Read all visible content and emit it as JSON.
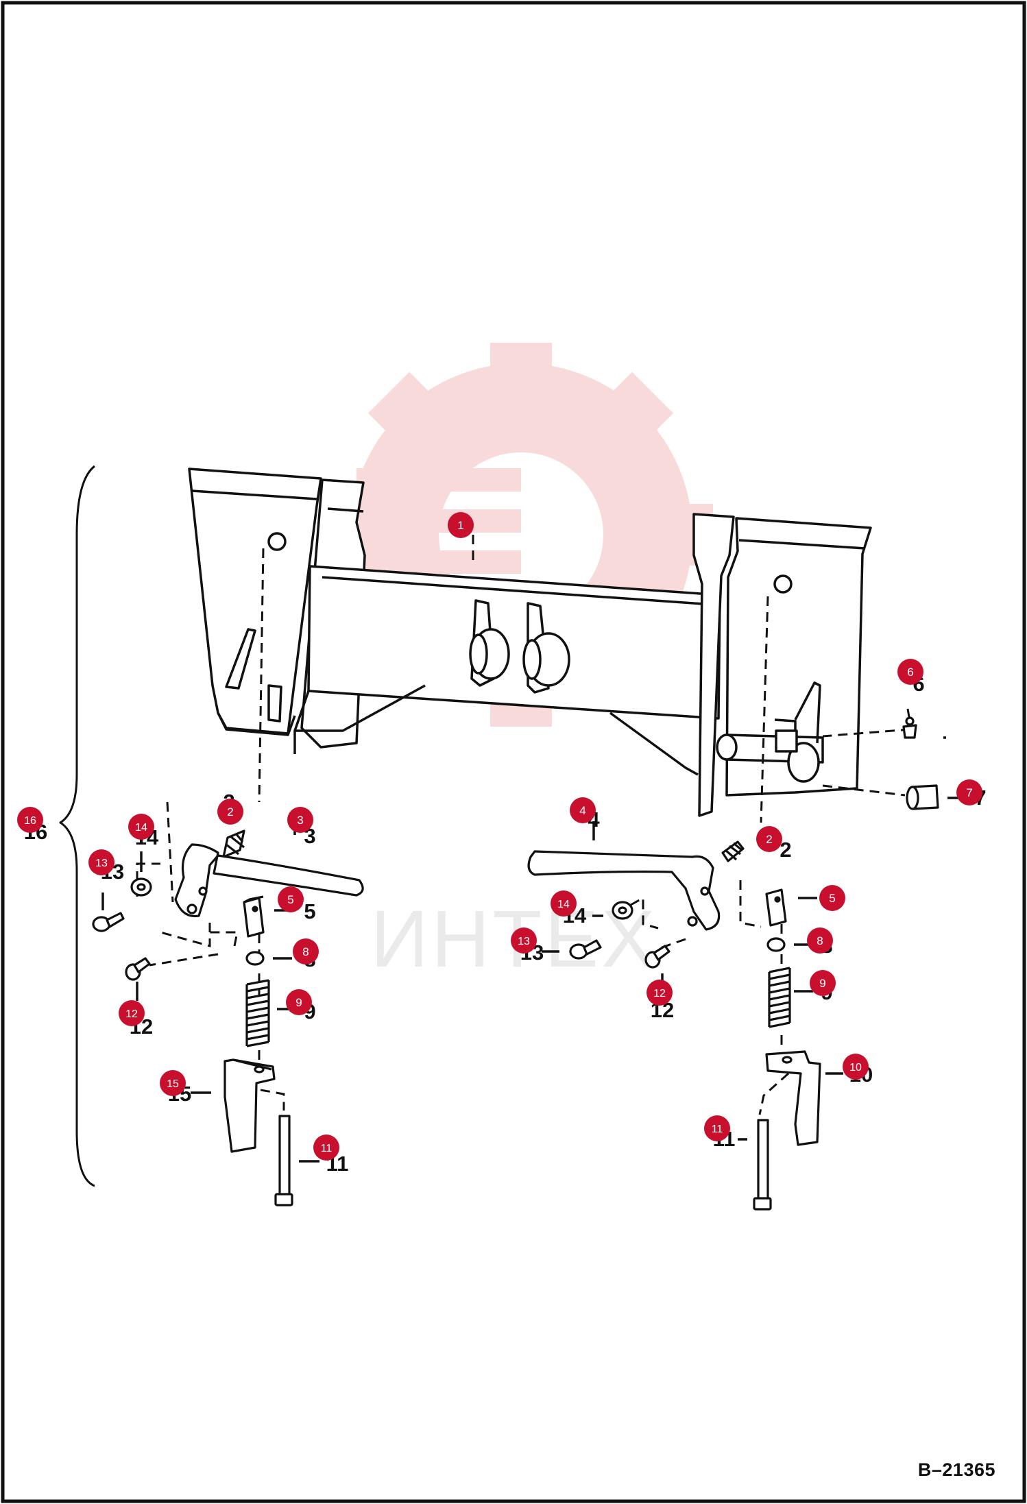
{
  "figure_id": "B–21365",
  "watermark_text": "ИНТЕХ",
  "colors": {
    "callout": "#c8102e",
    "callout_text": "#ffffff",
    "line": "#111111",
    "watermark": "#f3bcbc",
    "watermark_text": "#d9d9d9"
  },
  "callouts": [
    {
      "label": "1"
    },
    {
      "label": "2"
    },
    {
      "label": "3"
    },
    {
      "label": "14"
    },
    {
      "label": "13"
    },
    {
      "label": "16"
    },
    {
      "label": "5"
    },
    {
      "label": "8"
    },
    {
      "label": "9"
    },
    {
      "label": "12"
    },
    {
      "label": "15"
    },
    {
      "label": "11"
    },
    {
      "label": "4"
    },
    {
      "label": "6"
    },
    {
      "label": "7"
    },
    {
      "label": "2"
    },
    {
      "label": "14"
    },
    {
      "label": "13"
    },
    {
      "label": "12"
    },
    {
      "label": "5"
    },
    {
      "label": "8"
    },
    {
      "label": "9"
    },
    {
      "label": "10"
    },
    {
      "label": "11"
    }
  ],
  "part_numbers": [
    {
      "label": "3"
    },
    {
      "label": "14"
    },
    {
      "label": "13"
    },
    {
      "label": "16"
    },
    {
      "label": "5"
    },
    {
      "label": "8"
    },
    {
      "label": "9"
    },
    {
      "label": "12"
    },
    {
      "label": "15"
    },
    {
      "label": "11"
    },
    {
      "label": "4"
    },
    {
      "label": "6"
    },
    {
      "label": "7"
    },
    {
      "label": "2"
    },
    {
      "label": "14"
    },
    {
      "label": "13"
    },
    {
      "label": "12"
    },
    {
      "label": "5"
    },
    {
      "label": "8"
    },
    {
      "label": "9"
    },
    {
      "label": "10"
    },
    {
      "label": "11"
    },
    {
      "label": "2"
    }
  ]
}
